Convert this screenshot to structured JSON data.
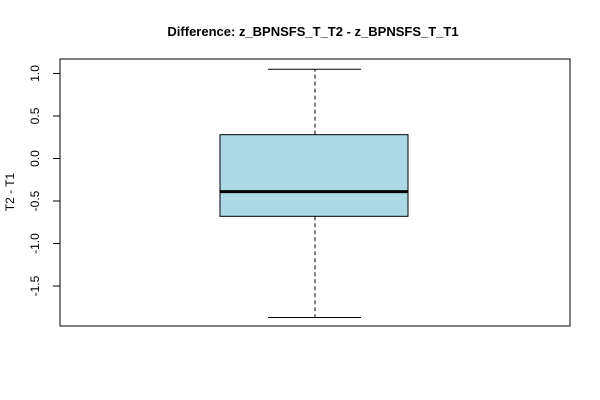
{
  "chart_data": {
    "type": "box",
    "title": "Difference: z_BPNSFS_T_T2 - z_BPNSFS_T_T1",
    "xlabel": "",
    "ylabel": "T2 - T1",
    "ylim": [
      -1.97,
      1.17
    ],
    "yticks": [
      -1.5,
      -1.0,
      -0.5,
      0.0,
      0.5,
      1.0
    ],
    "ytick_labels": [
      "-1.5",
      "-1.0",
      "-0.5",
      "0.0",
      "0.5",
      "1.0"
    ],
    "grid": false,
    "box": {
      "whisker_low": -1.87,
      "q1": -0.68,
      "median": -0.39,
      "q3": 0.28,
      "whisker_high": 1.05
    },
    "colors": {
      "box_fill": "#add8e6",
      "stroke": "#000000"
    }
  }
}
